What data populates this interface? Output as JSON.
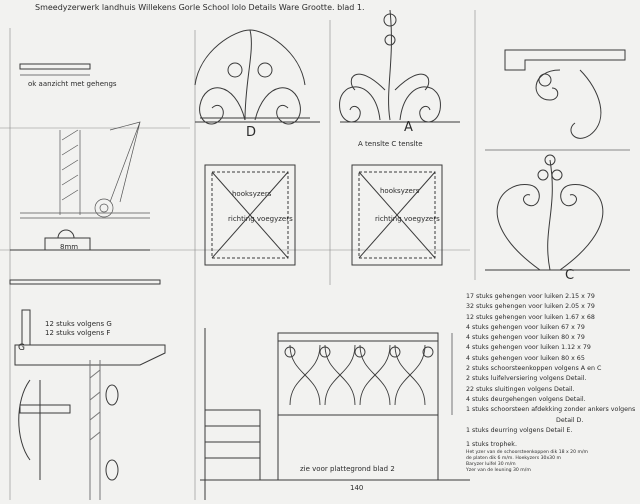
{
  "title": "Smeedyzerwerk landhuis Willekens Gorle  School lolo Details Ware Grootte.  blad 1.",
  "labels": {
    "detail_d": "D",
    "detail_a": "A",
    "detail_c": "C",
    "a_c_note": "A tenslte  C tenslte",
    "side_view": "ok aanzicht met gehengs",
    "count_g": "12 stuks volgens G",
    "count_f": "12 stuks volgens F",
    "detail_g": "G",
    "floor_plan_note": "zie voor plattegrond blad 2",
    "dim_140": "140",
    "hinge_label": "8mm",
    "sq_label_1": "hooksyzers",
    "sq_label_2": "richting voegyzers"
  },
  "notes": [
    "17 stuks gehengen voor luiken 2.15 x 79",
    "32 stuks gehengen voor luiken 2.05 x 79",
    "12 stuks gehengen voor luiken 1.67 x 68",
    "4 stuks gehengen voor luiken 67 x 79",
    "4 stuks gehengen voor luiken 80 x 79",
    "4 stuks gehengen voor luiken 1.12 x 79",
    "4 stuks gehengen voor luiken 80 x 65",
    "2 stuks schoorsteenkoppen volgens A en C",
    "2 stuks luifelversiering volgens Detail.",
    "22 stuks sluitingen volgens Detail.",
    "4 stuks deurgehengen volgens Detail.",
    "1 stuks schoorsteen afdekking zonder ankers volgens",
    "Detail D.",
    "1 stuks deurring volgens Detail E.",
    "1 stuks trophek."
  ],
  "fine_notes": [
    "Het yzer van de schoorsteenkoppen dik 18 x 20 m/m",
    "de platen dik 6 m/m. Hoekyzers 30x30 m",
    "Baryzer luifel 30 m/m",
    "Yzer van de leuning 30 m/m"
  ]
}
